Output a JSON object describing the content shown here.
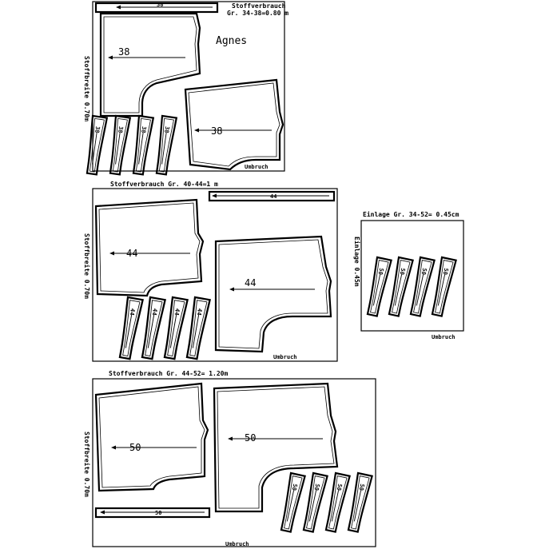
{
  "layout1": {
    "consumption": "Stoffverbrauch\nGr. 34-38=0.80 m",
    "fabric_width": "Stoffbreite 0.70m",
    "title": "Agnes",
    "top_strip": "38",
    "piece_a": "38",
    "piece_b": "38",
    "fold": "Umbruch",
    "strips": [
      "38",
      "38",
      "38",
      "38"
    ]
  },
  "layout2": {
    "consumption": "Stoffverbrauch Gr. 40-44=1 m",
    "fabric_width": "Stoffbreite 0.70m",
    "top_strip": "44",
    "piece_a": "44",
    "piece_b": "44",
    "fold": "Umbruch",
    "strips": [
      "44",
      "44",
      "44",
      "44"
    ]
  },
  "layout3": {
    "consumption": "Einlage Gr. 34-52= 0.45cm",
    "fabric_width": "Einlage 0.45m",
    "fold": "Umbruch",
    "strips": [
      "50",
      "50",
      "50",
      "50"
    ]
  },
  "layout4": {
    "consumption": "Stoffverbrauch Gr. 44-52= 1.20m",
    "fabric_width": "Stoffbreite 0.70m",
    "piece_a": "50",
    "piece_b": "50",
    "bottom_strip": "50",
    "fold": "Umbruch",
    "strips": [
      "50",
      "50",
      "50",
      "50"
    ]
  }
}
